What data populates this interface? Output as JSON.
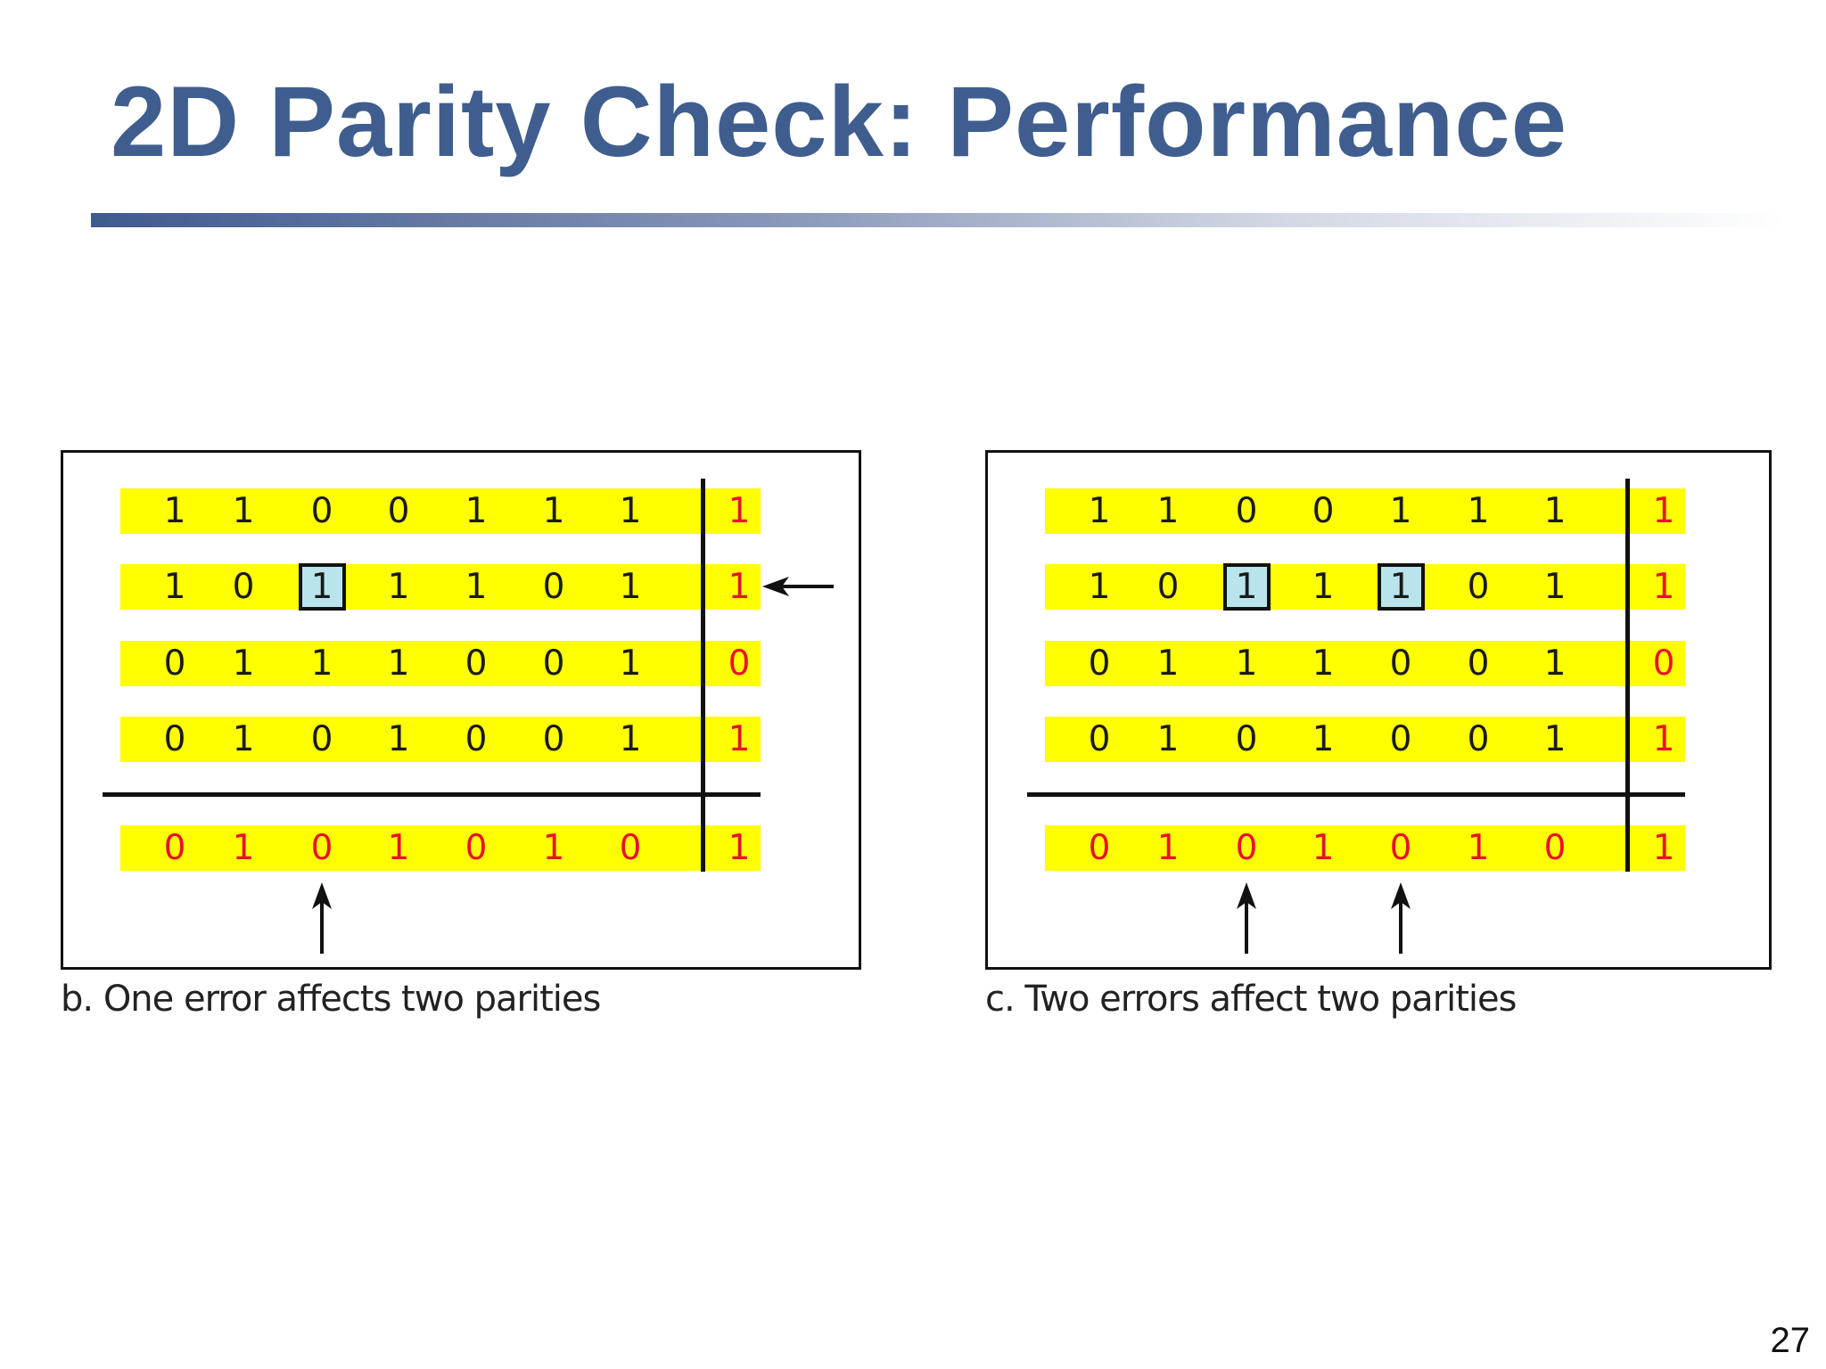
{
  "slide": {
    "title": "2D Parity Check: Performance",
    "page_number": "27"
  },
  "colors": {
    "title": "#3f5e8f",
    "row_highlight": "#ffff00",
    "parity_bit": "#e8112d",
    "error_box": "#b9e4ec"
  },
  "figures": [
    {
      "id": "b",
      "caption": "b. One error affects two parities",
      "rows": [
        {
          "bits": [
            "1",
            "1",
            "0",
            "0",
            "1",
            "1",
            "1"
          ],
          "parity": "1"
        },
        {
          "bits": [
            "1",
            "0",
            "1",
            "1",
            "1",
            "0",
            "1"
          ],
          "parity": "1"
        },
        {
          "bits": [
            "0",
            "1",
            "1",
            "1",
            "0",
            "0",
            "1"
          ],
          "parity": "0"
        },
        {
          "bits": [
            "0",
            "1",
            "0",
            "1",
            "0",
            "0",
            "1"
          ],
          "parity": "1"
        }
      ],
      "parity_row": {
        "bits": [
          "0",
          "1",
          "0",
          "1",
          "0",
          "1",
          "0"
        ],
        "parity": "1"
      },
      "errors": [
        {
          "row": 1,
          "col": 2
        }
      ],
      "row_arrows": [
        1
      ],
      "column_arrows": [
        2
      ]
    },
    {
      "id": "c",
      "caption": "c. Two errors affect two parities",
      "rows": [
        {
          "bits": [
            "1",
            "1",
            "0",
            "0",
            "1",
            "1",
            "1"
          ],
          "parity": "1"
        },
        {
          "bits": [
            "1",
            "0",
            "1",
            "1",
            "1",
            "0",
            "1"
          ],
          "parity": "1"
        },
        {
          "bits": [
            "0",
            "1",
            "1",
            "1",
            "0",
            "0",
            "1"
          ],
          "parity": "0"
        },
        {
          "bits": [
            "0",
            "1",
            "0",
            "1",
            "0",
            "0",
            "1"
          ],
          "parity": "1"
        }
      ],
      "parity_row": {
        "bits": [
          "0",
          "1",
          "0",
          "1",
          "0",
          "1",
          "0"
        ],
        "parity": "1"
      },
      "errors": [
        {
          "row": 1,
          "col": 2
        },
        {
          "row": 1,
          "col": 4
        }
      ],
      "row_arrows": [],
      "column_arrows": [
        2,
        4
      ]
    }
  ]
}
